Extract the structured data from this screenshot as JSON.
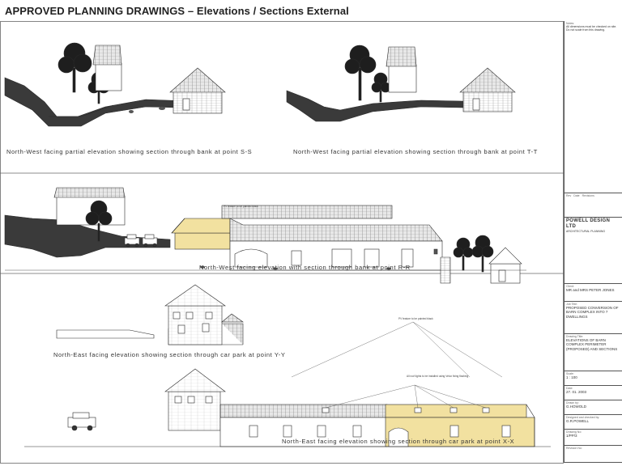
{
  "page": {
    "title": "APPROVED PLANNING DRAWINGS – Elevations / Sections External"
  },
  "captions": {
    "ss": "North-West facing partial elevation showing section through bank at point S-S",
    "tt": "North-West facing partial elevation showing section through bank at point T-T",
    "rr": "North-West facing elevation with section through bank at point R-R",
    "yy": "North-East facing elevation showing section through car park at point Y-Y",
    "xx": "North-East facing elevation showing section through car park at point X-X"
  },
  "title_block": {
    "notes_heading": "Notes:",
    "notes_text": "All dimensions must be checked on site. Do not scale from this drawing.",
    "rev_col_rev": "Rev",
    "rev_col_date": "Date",
    "rev_col_revision": "Revisions",
    "firm_name": "POWELL DESIGN LTD",
    "firm_sub": "ARCHITECTURAL PLANNING",
    "client_heading": "Client:",
    "client": "MR and MRS PETER JONES",
    "jobtitle_heading": "Job Title:",
    "jobtitle": "PROPOSED CONVERSION OF BARN COMPLEX INTO 7 DWELLINGS",
    "drawing_heading": "Drawing Title:",
    "drawing": "ELEVATIONS OF BARN COMPLEX PERIMETER (PROPOSED) AND SECTIONS",
    "scale_heading": "Scale:",
    "scale": "1 : 100",
    "date_heading": "Date:",
    "date": "27. 01. 2003",
    "drawn_heading": "Drawn by:",
    "drawn": "G.HOWOLD",
    "checked_heading": "Designed and checked by:",
    "checked": "G.R.POWELL",
    "drawing_no_heading": "Drawing No:",
    "drawing_no": "1/PP/3",
    "revision_heading": "Revision No:"
  },
  "annotations": {
    "rail_note": "PV feature to be painted black",
    "rail_note_2": "PV feature to be painted black",
    "door_note": "All roof lights to be installed using Velux fixing flashing"
  },
  "colors": {
    "ink": "#2a2a2a",
    "highlight": "#f2e1a0",
    "roof": "#dcdcdc",
    "ground": "#3a3a3a",
    "tree": "#1e1e1e"
  }
}
